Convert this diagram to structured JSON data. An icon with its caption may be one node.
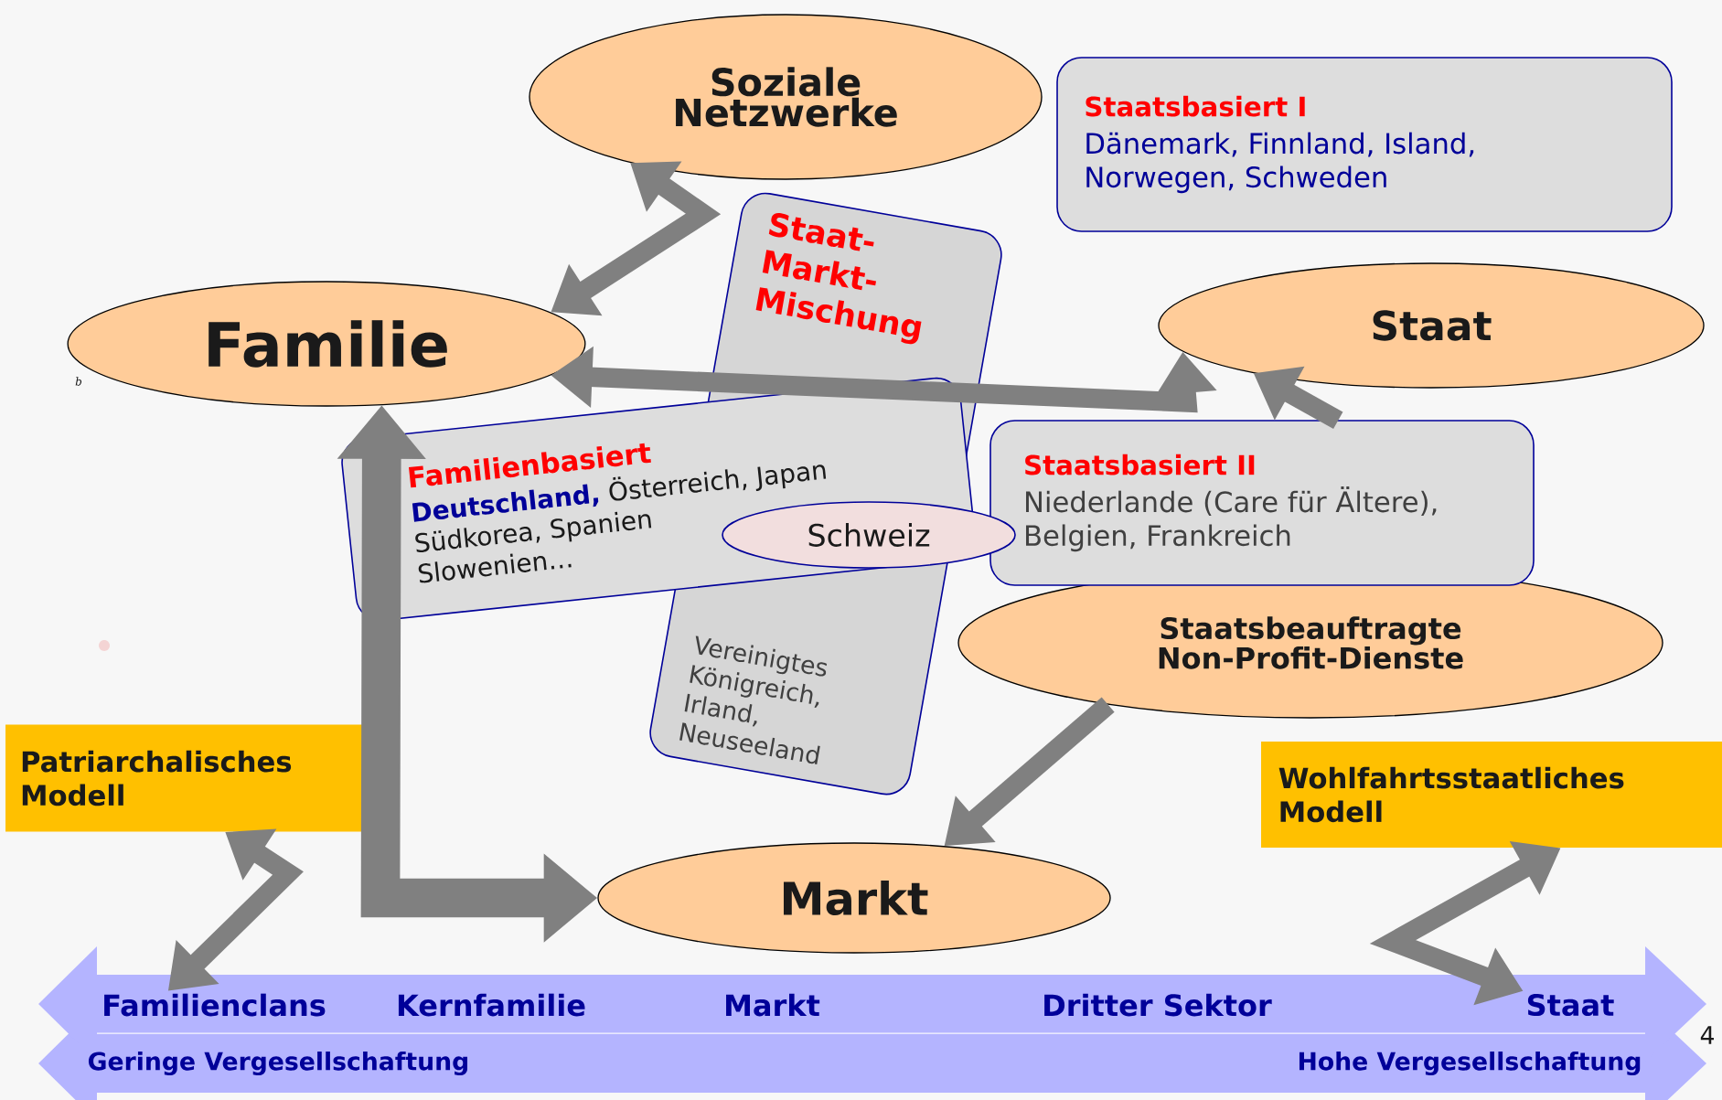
{
  "diagram": {
    "nodes": [
      {
        "text": [
          "Soziale Netzwerke"
        ]
      },
      {
        "text": [
          "Staat- Markt- Mischung",
          "Vereinigtes Königreich, Irland, Neuseeland"
        ]
      },
      {
        "text": [
          "Familie"
        ]
      },
      {
        "text": [
          "Staatsbasiert I",
          "Dänemark, Finnland, Island, Norwegen, Schweden"
        ]
      },
      {
        "text": [
          "Staat"
        ]
      },
      {
        "text": [
          "Familienbasiert",
          "**Deutschland,** Österreich, Japan Südkorea, Spanien Slowenien…"
        ]
      },
      {
        "text": [
          "Schweiz"
        ]
      },
      {
        "text": [
          "Staatsbasiert II",
          "Niederlande (Care für Ältere), Belgien, Frankreich"
        ]
      },
      {
        "text": [
          "Staatsbeauftragte Non-Profit-Dienste"
        ]
      },
      {
        "text": [
          "Patriarchalisches Modell"
        ]
      },
      {
        "text": [
          "Markt"
        ]
      },
      {
        "text": [
          "Wohlfahrtsstaatliches Modell"
        ]
      },
      {
        "text": [
          "Familienclans"
        ]
      },
      {
        "text": [
          "Staat"
        ]
      }
    ],
    "edges": [
      {
        "from": 2,
        "to": 0,
        "arrow": "both"
      },
      {
        "from": 2,
        "to": 4,
        "arrow": "both"
      },
      {
        "from": 2,
        "to": 10,
        "arrow": "both",
        "style": "thick"
      },
      {
        "from": 8,
        "to": 10,
        "arrow": "to"
      },
      {
        "from": 7,
        "to": 4,
        "arrow": "to"
      },
      {
        "from": 9,
        "to": 12,
        "arrow": "both"
      },
      {
        "from": 11,
        "to": 13,
        "arrow": "both"
      }
    ],
    "labels": [
      "b",
      "Kernfamilie",
      "Markt",
      "Dritter Sektor",
      "4",
      "Geringe Vergesellschaftung",
      "Hohe Vergesellschaftung"
    ]
  }
}
